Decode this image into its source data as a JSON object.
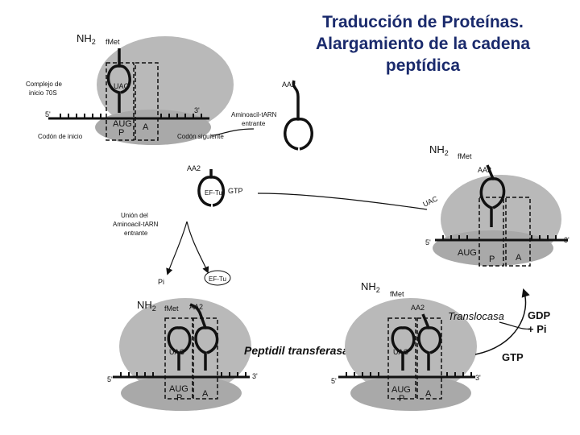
{
  "title": {
    "line1": "Traducción de Proteínas.",
    "line2": "Alargamiento de la cadena",
    "line3": "peptídica"
  },
  "panel1": {
    "nh2": "NH",
    "nh2_sub": "2",
    "fmet": "fMet",
    "uac": "UAC",
    "aug": "AUG",
    "p": "P",
    "a": "A",
    "aa2": "AA2",
    "five_prime": "5'",
    "three_prime": "3'",
    "complejo": "Complejo de",
    "inicio70s": "inicio 70S",
    "codon_inicio": "Codón de inicio",
    "codon_siguiente": "Codón siguiente",
    "aminoacil_1": "Aminoacil-tARN",
    "aminoacil_2": "entrante"
  },
  "panel2": {
    "nh2": "NH",
    "nh2_sub": "2",
    "fmet": "fMet",
    "aa2_left": "AA2",
    "aa2_right": "AA2",
    "eftu": "EF-Tu",
    "gtp": "GTP",
    "uac": "UAC",
    "aug": "AUG",
    "p": "P",
    "a": "A",
    "five_prime": "5'",
    "three_prime": "3'",
    "union_1": "Unión del",
    "union_2": "Aminoacil-tARN",
    "union_3": "entrante",
    "pi": "Pi",
    "eftu2": "EF-Tu"
  },
  "panel3": {
    "nh2": "NH",
    "nh2_sub": "2",
    "fmet": "fMet",
    "aa2": "AA2",
    "uac": "UAC",
    "aug": "AUG",
    "p": "P",
    "a": "A",
    "five_prime": "5'",
    "three_prime": "3'",
    "peptidil": "Peptidil transferasa"
  },
  "panel4": {
    "nh2": "NH",
    "nh2_sub": "2",
    "fmet": "fMet",
    "aa2": "AA2",
    "uac": "UAC",
    "aug": "AUG",
    "p": "P",
    "a": "A",
    "five_prime": "5'",
    "three_prime": "3'",
    "translocasa": "Translocasa",
    "gdp_1": "GDP",
    "gdp_2": "+ Pi",
    "gtp": "GTP"
  },
  "colors": {
    "ribosome_large": "#b9b9b9",
    "ribosome_small": "#a9a9a9",
    "ink": "#111111",
    "title": "#1a2a6c"
  }
}
